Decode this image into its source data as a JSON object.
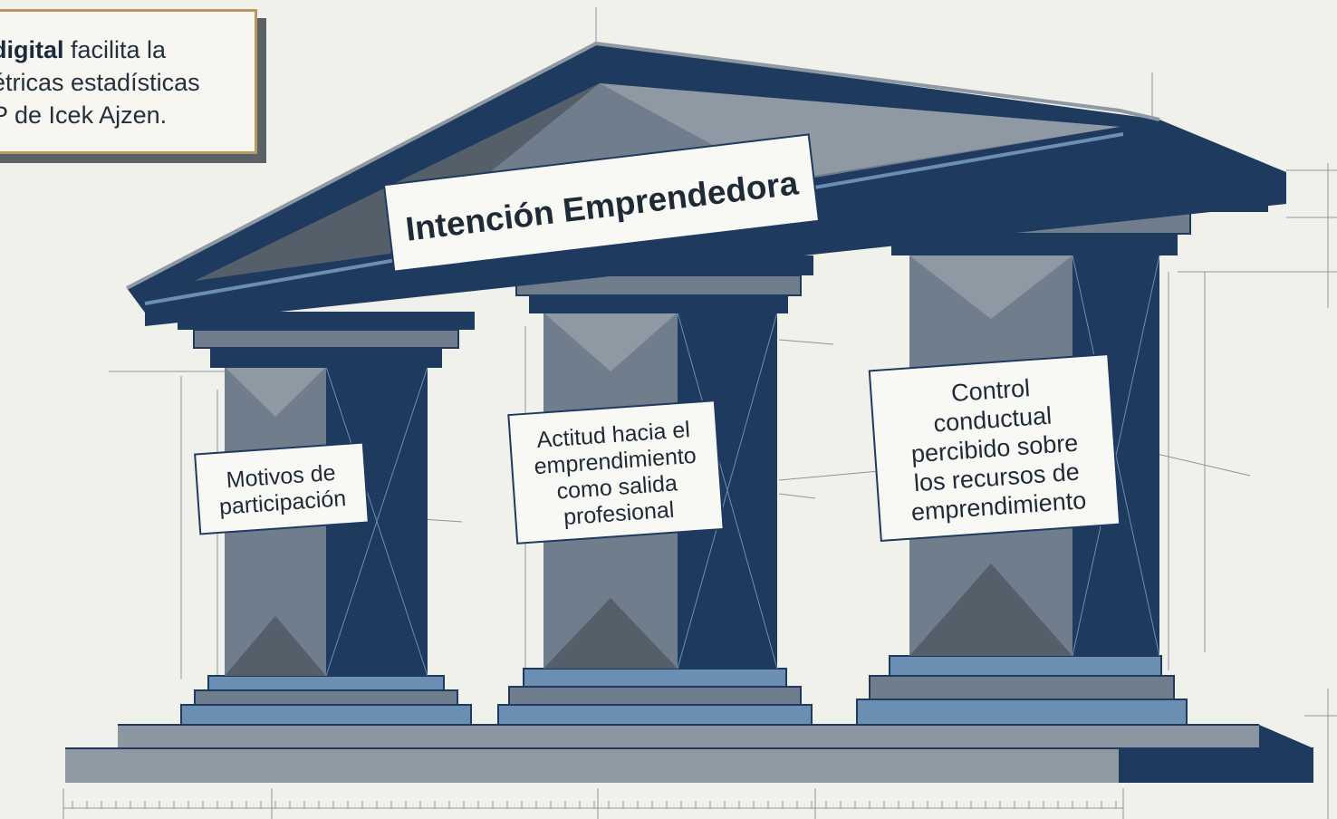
{
  "callout": {
    "line1_bold": "digital",
    "line1_rest": " facilita la",
    "line2": "étricas estadísticas",
    "line3": "P de Icek Ajzen."
  },
  "pediment": {
    "title": "Intención Emprendedora"
  },
  "pillars": [
    {
      "label_lines": [
        "Motivos de",
        "participación"
      ]
    },
    {
      "label_lines": [
        "Actitud hacia el",
        "emprendimiento",
        "como salida",
        "profesional"
      ]
    },
    {
      "label_lines": [
        "Control",
        "conductual",
        "percibido sobre",
        "los recursos de",
        "emprendimiento"
      ]
    }
  ],
  "colors": {
    "navy": "#1f3a5f",
    "gray": "#6f7d8c",
    "blue": "#6b8fb3",
    "background": "#f1f1ec",
    "callout_border": "#b99a5e"
  }
}
